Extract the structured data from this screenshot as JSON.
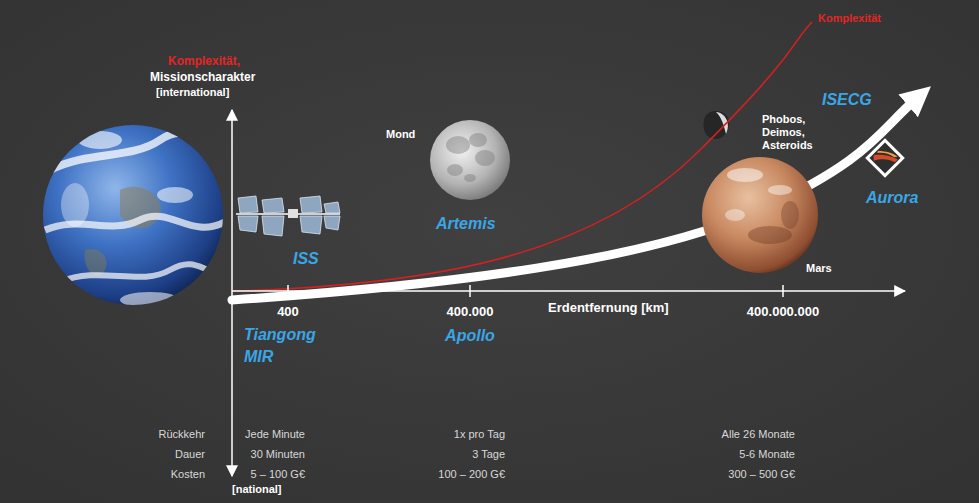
{
  "diagram": {
    "labels": [
      "Komplexität,",
      "Missionscharakter",
      "[international]",
      "Komplexität",
      "Phobos, Deimos, Asteroids",
      "ISECG",
      "Aurora",
      "Mond",
      "Artemis",
      "ISS",
      "Mars",
      "400",
      "400.000",
      "Erdentfernung [km]",
      "400.000.000",
      "Tiangong MIR",
      "Apollo",
      "Rückkehr",
      "Jede Minute",
      "1x pro Tag",
      "Alle 26 Monate",
      "Dauer",
      "30 Minuten",
      "3 Tage",
      "5-6 Monate",
      "Kosten",
      "5 – 100 G€",
      "100 – 200 G€",
      "300 – 500 G€",
      "[national]"
    ]
  }
}
